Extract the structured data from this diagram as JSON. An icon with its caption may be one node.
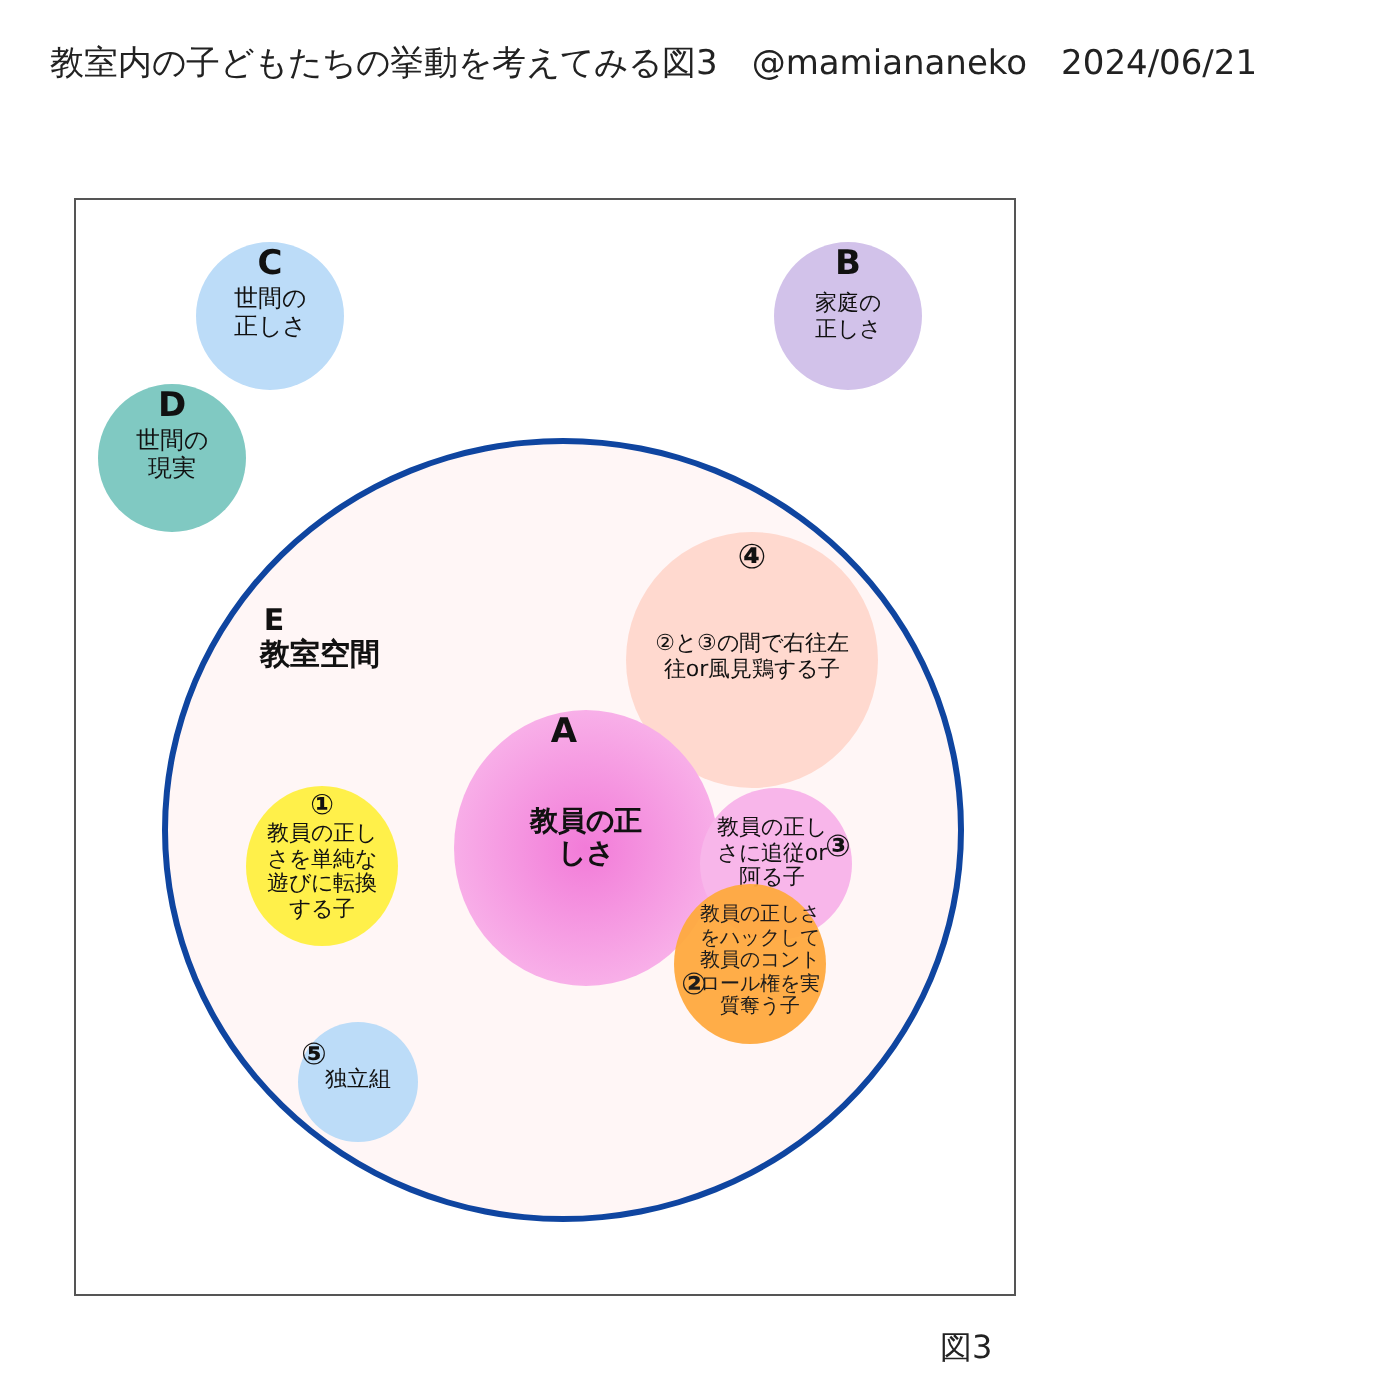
{
  "diagram": {
    "title": "教室内の子どもたちの挙動を考えてみる図3　@mamiananeko　2024/06/21",
    "nodes": [
      {
        "text": [],
        "shape": "box"
      },
      {
        "text": [
          "C",
          "世間の正しさ"
        ],
        "in": 0
      },
      {
        "text": [
          "B",
          "家庭の正しさ"
        ],
        "in": 0
      },
      {
        "text": [
          "D",
          "世間の現実"
        ],
        "in": 0
      },
      {
        "text": [
          "E",
          "教室空間"
        ],
        "in": 0
      },
      {
        "text": [
          "④",
          "②と③の間で右往左往or風見鶏する子"
        ],
        "in": 4
      },
      {
        "text": [
          "A",
          "教員の正しさ"
        ],
        "in": 4
      },
      {
        "text": [
          "①",
          "教員の正しさを単純な遊びに転換する子"
        ],
        "in": 4
      },
      {
        "text": [
          "教員の正しさに追従or阿る子",
          "③"
        ],
        "in": 4
      },
      {
        "text": [
          "②",
          "教員の正しさをハックして教員のコントロール権を実質奪う子"
        ],
        "in": 4
      },
      {
        "text": [
          "⑤",
          "独立組"
        ],
        "in": 4
      }
    ],
    "labels": [
      "図3"
    ]
  }
}
